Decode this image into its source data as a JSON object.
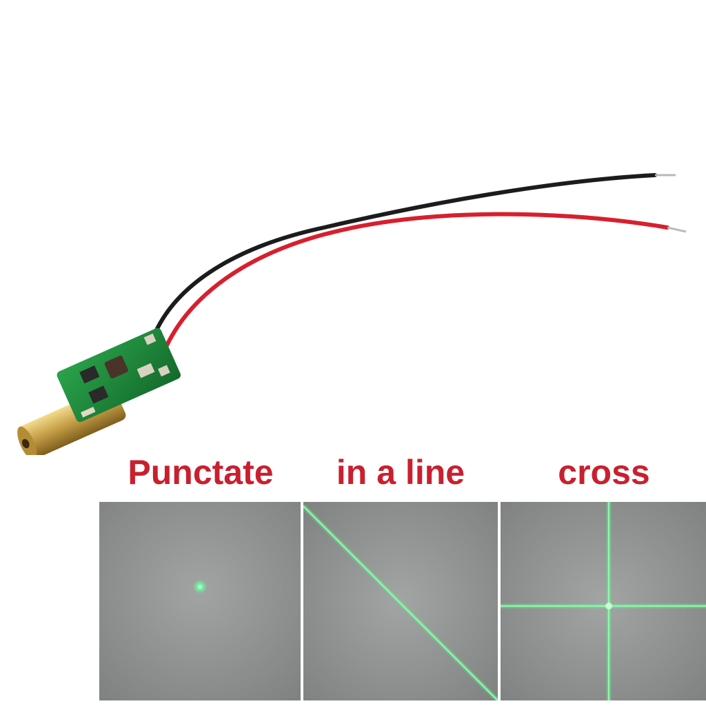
{
  "colors": {
    "label_red": "#c8202f",
    "laser_green": "#5cf08a",
    "panel_gray": "#8d8f8e",
    "wire_black": "#1c1c1e",
    "wire_red": "#d81f2e",
    "pcb_green": "#1f8a3c",
    "brass": "#c9a24a"
  },
  "patterns": [
    {
      "label": "Punctate",
      "icon": "laser-dot-icon"
    },
    {
      "label": "in a line",
      "icon": "laser-diagonal-line-icon"
    },
    {
      "label": "cross",
      "icon": "laser-cross-icon"
    }
  ]
}
